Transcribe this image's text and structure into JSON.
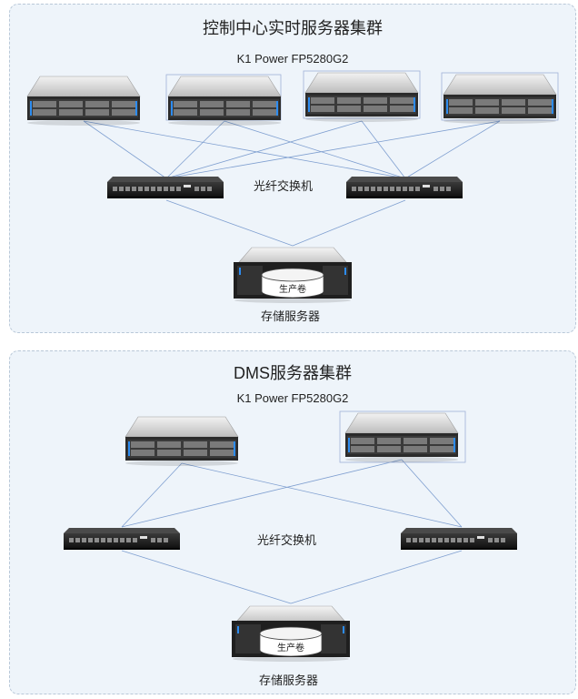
{
  "clusters": [
    {
      "title": "控制中心实时服务器集群",
      "model": "K1 Power FP5280G2",
      "switch_label": "光纤交换机",
      "storage_label": "存储服务器",
      "volume_label": "生产卷"
    },
    {
      "title": "DMS服务器集群",
      "model": "K1 Power FP5280G2",
      "switch_label": "光纤交换机",
      "storage_label": "存储服务器",
      "volume_label": "生产卷"
    }
  ],
  "colors": {
    "panel_bg": "#eef4fa",
    "panel_border": "#b9c8d8",
    "link_line": "#7f9fd0",
    "server_body": "#d9d9d9",
    "switch_body": "#151515"
  },
  "icons": [
    "rack-server-icon",
    "fiber-switch-icon",
    "storage-server-icon"
  ]
}
